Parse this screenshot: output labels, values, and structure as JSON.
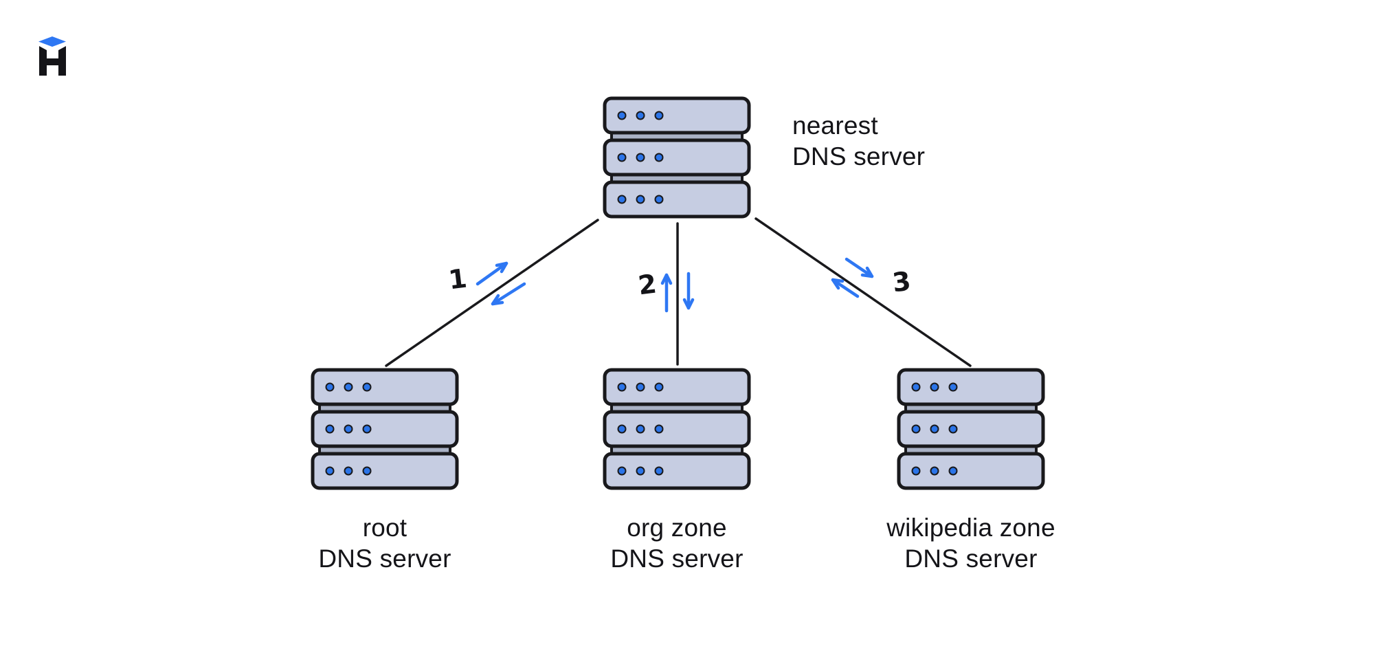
{
  "page": {
    "background": "#ffffff"
  },
  "logo": {
    "name": "hyperskill",
    "letter": "H"
  },
  "colors": {
    "page_bg": "#ffffff",
    "server_fill": "#c6cde2",
    "server_connector": "#a9b1c5",
    "outline": "#19191c",
    "dot": "#2b74e8",
    "arrow": "#2e77f3",
    "text": "#141418",
    "logo_blue": "#2e77f3"
  },
  "diagram": {
    "type": "hierarchy",
    "description": "DNS resolution: nearest DNS server queries root, org zone and wikipedia zone DNS servers",
    "nodes": [
      {
        "id": "nearest-dns",
        "icon": "server-stack-icon",
        "label_line1": "nearest",
        "label_line2": "DNS server"
      },
      {
        "id": "root-dns",
        "icon": "server-stack-icon",
        "label_line1": "root",
        "label_line2": "DNS server"
      },
      {
        "id": "org-dns",
        "icon": "server-stack-icon",
        "label_line1": "org zone",
        "label_line2": "DNS server"
      },
      {
        "id": "wikipedia-dns",
        "icon": "server-stack-icon",
        "label_line1": "wikipedia zone",
        "label_line2": "DNS server"
      }
    ],
    "connections": [
      {
        "number": "1",
        "from": "nearest-dns",
        "to": "root-dns",
        "bidirectional": true
      },
      {
        "number": "2",
        "from": "nearest-dns",
        "to": "org-dns",
        "bidirectional": true
      },
      {
        "number": "3",
        "from": "nearest-dns",
        "to": "wikipedia-dns",
        "bidirectional": true
      }
    ]
  }
}
